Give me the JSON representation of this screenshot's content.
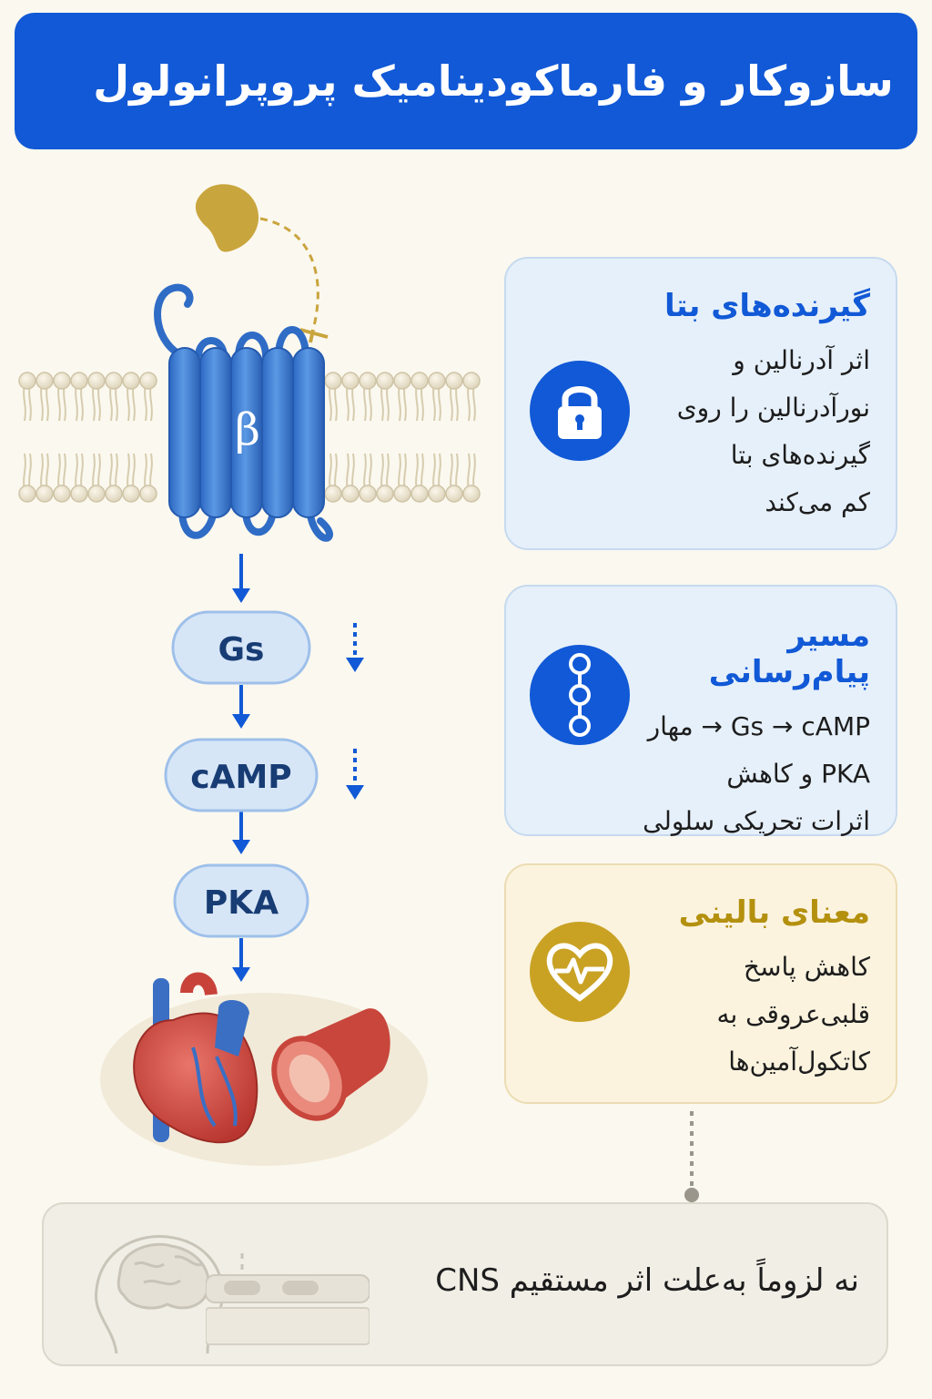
{
  "title": "سازوکار و فارماکودینامیک پروپرانولول",
  "receptor_symbol": "β",
  "pathway": [
    "Gs",
    "cAMP",
    "PKA"
  ],
  "cards": [
    {
      "title": "گیرنده‌های بتا",
      "icon": "lock-icon",
      "lines": [
        "اثر آدرنالین و",
        "نورآدرنالین را روی",
        "گیرنده‌های بتا",
        "کم می‌کند"
      ]
    },
    {
      "title": "مسیر پیام‌رسانی",
      "icon": "pathway-chain-icon",
      "lines": [
        "Gs → cAMP → مهار",
        "PKA و کاهش",
        "اثرات تحریکی سلولی"
      ]
    },
    {
      "title": "معنای بالینی",
      "icon": "heart-pulse-icon",
      "lines": [
        "کاهش پاسخ",
        "قلبی‌عروقی به",
        "کاتکول‌آمین‌ها"
      ]
    }
  ],
  "cns_note": "نه لزوماً به‌علت اثر مستقیم CNS",
  "colors": {
    "primary_blue": "#1159d6",
    "gold": "#c9a224",
    "membrane_head": "#ece4cf",
    "receptor_blue": "#3f7fd0"
  }
}
